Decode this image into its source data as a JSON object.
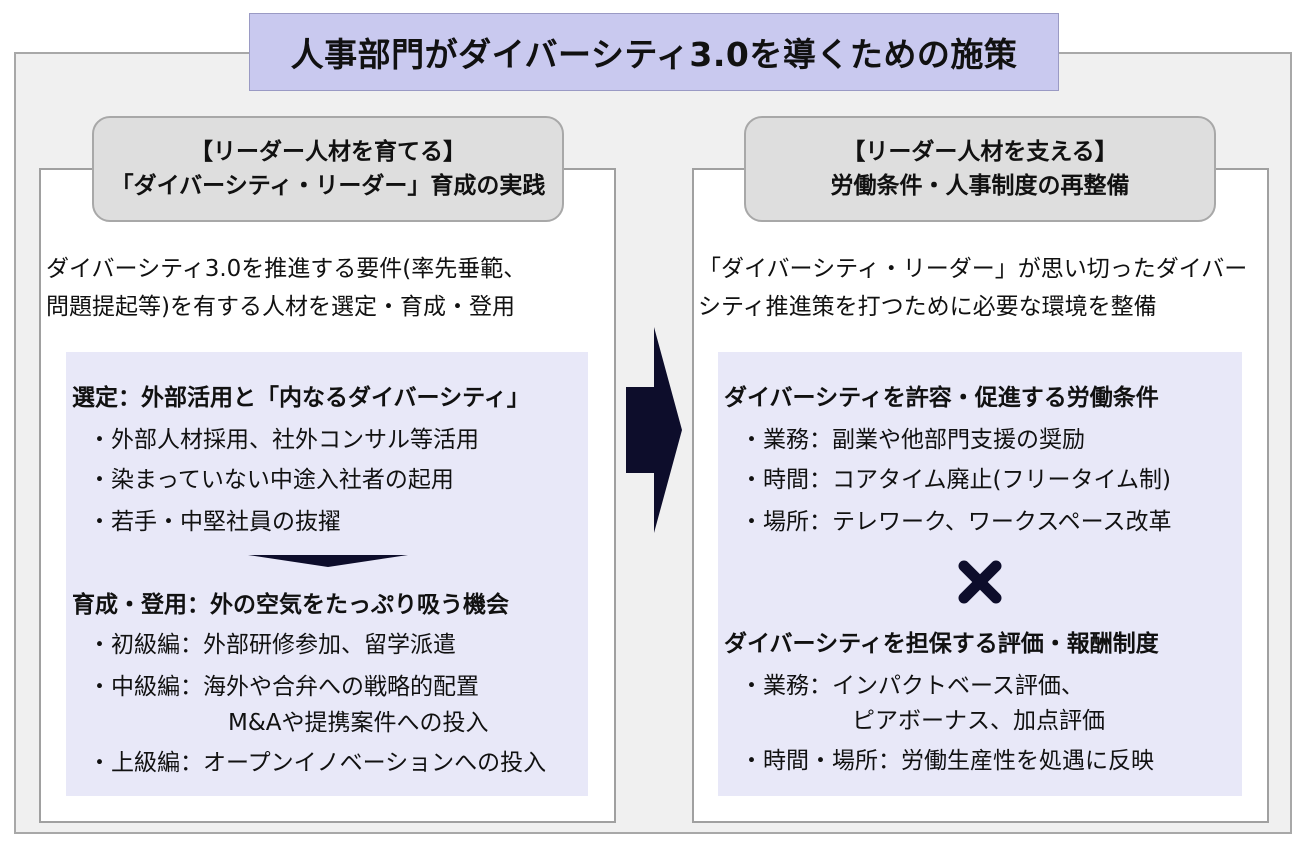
{
  "title": "人事部門がダイバーシティ3.0を導くための施策",
  "left": {
    "header_line1": "【リーダー人材を育てる】",
    "header_line2": "「ダイバーシティ・リーダー」育成の実践",
    "desc_line1": "ダイバーシティ3.0を推進する要件(率先垂範、",
    "desc_line2": "問題提起等)を有する人材を選定・育成・登用",
    "section1_heading": "選定：外部活用と「内なるダイバーシティ」",
    "section1_items": [
      "外部人材採用、社外コンサル等活用",
      "染まっていない中途入社者の起用",
      "若手・中堅社員の抜擢"
    ],
    "section2_heading": "育成・登用：外の空気をたっぷり吸う機会",
    "section2_items": [
      {
        "label": "初級編",
        "text": "外部研修参加、留学派遣"
      },
      {
        "label": "中級編",
        "text": "海外や合弁への戦略的配置",
        "text2": "M&Aや提携案件への投入"
      },
      {
        "label": "上級編",
        "text": "オープンイノベーションへの投入"
      }
    ]
  },
  "right": {
    "header_line1": "【リーダー人材を支える】",
    "header_line2": "労働条件・人事制度の再整備",
    "desc_line1": "「ダイバーシティ・リーダー」が思い切ったダイバー",
    "desc_line2": "シティ推進策を打つために必要な環境を整備",
    "section1_heading": "ダイバーシティを許容・促進する労働条件",
    "section1_items": [
      {
        "label": "業務",
        "text": "副業や他部門支援の奨励"
      },
      {
        "label": "時間",
        "text": "コアタイム廃止(フリータイム制)"
      },
      {
        "label": "場所",
        "text": "テレワーク、ワークスペース改革"
      }
    ],
    "section2_heading": "ダイバーシティを担保する評価・報酬制度",
    "section2_items": [
      {
        "label": "業務",
        "text": "インパクトベース評価、",
        "text2": "ピアボーナス、加点評価"
      },
      {
        "label": "時間・場所",
        "text": "労働生産性を処遇に反映"
      }
    ]
  },
  "colors": {
    "title_bg": "#c9c9ef",
    "box_bg": "#e8e8f8",
    "arrow": "#0d0d2b"
  }
}
